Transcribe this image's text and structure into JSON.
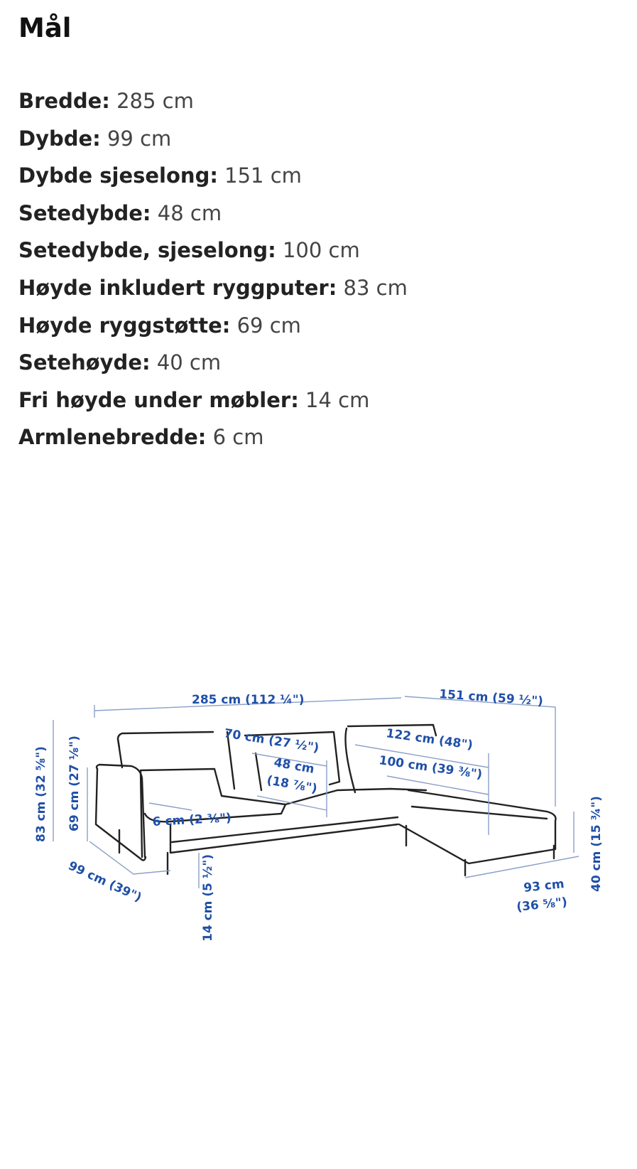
{
  "title": "Mål",
  "specs": [
    {
      "label": "Bredde:",
      "value": "285 cm"
    },
    {
      "label": "Dybde:",
      "value": "99 cm"
    },
    {
      "label": "Dybde sjeselong:",
      "value": "151 cm"
    },
    {
      "label": "Setedybde:",
      "value": "48 cm"
    },
    {
      "label": "Setedybde, sjeselong:",
      "value": "100 cm"
    },
    {
      "label": "Høyde inkludert ryggputer:",
      "value": "83 cm"
    },
    {
      "label": "Høyde ryggstøtte:",
      "value": "69 cm"
    },
    {
      "label": "Setehøyde:",
      "value": "40 cm"
    },
    {
      "label": "Fri høyde under møbler:",
      "value": "14 cm"
    },
    {
      "label": "Armlenebredde:",
      "value": "6 cm"
    }
  ],
  "diagram": {
    "label_color": "#1f4fa8",
    "labels": {
      "width": "285 cm (112 ¼\")",
      "chaise_depth": "151 cm (59 ½\")",
      "back_cushion": "70 cm (27 ½\")",
      "chaise_seat_outer": "122 cm (48\")",
      "seat_depth_l1": "48 cm",
      "seat_depth_l2": "(18 ⅞\")",
      "chaise_seat_depth": "100 cm (39 ⅜\")",
      "armrest": "6 cm (2 ⅜\")",
      "height_total": "83 cm (32 ⅝\")",
      "height_back": "69 cm (27 ⅛\")",
      "depth": "99 cm (39\")",
      "clearance": "14 cm (5 ½\")",
      "chaise_width_l1": "93 cm",
      "chaise_width_l2": "(36 ⅝\")",
      "seat_height": "40 cm (15 ¾\")"
    }
  }
}
